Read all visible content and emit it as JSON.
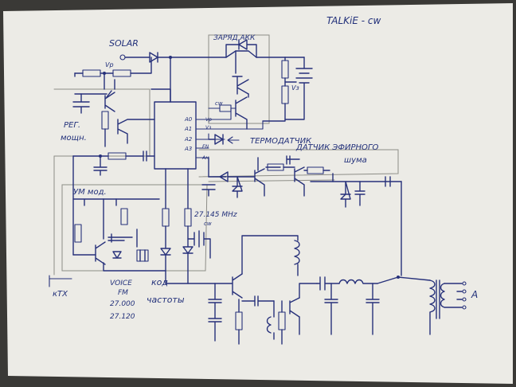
{
  "title": "TALKiE - cw",
  "colors": {
    "paper": "#ecebe6",
    "ink": "#26307a",
    "pencil": "#8d8d87",
    "background": "#3a3936"
  },
  "labels": {
    "solar": "SOLAR",
    "charge": "ЗАРЯД АКК",
    "vp": "Vр",
    "vz": "Vз",
    "cw": "cw",
    "power_reg_1": "РЕГ.",
    "power_reg_2": "мощн.",
    "pin_a0": "A0",
    "pin_a1": "A1",
    "pin_a2": "A2",
    "pin_a3": "A3",
    "pin_vp": "Vр",
    "pin_vz": "Vз",
    "pin_en": "EN",
    "pin_am": "Aм",
    "thermo": "ТЕРМОДАТЧИК",
    "noise_1": "ДАТЧИК ЭФИРНОГО",
    "noise_2": "шума",
    "modulator": "УМ мод.",
    "freq": "27.145 MHz",
    "freq_cw": "cw",
    "voice": "VOICE",
    "fm": "FM",
    "f1": "27.000",
    "f2": "27.120",
    "code_1": "код",
    "code_2": "частоты",
    "ktx": "кТХ",
    "antenna": "A"
  }
}
